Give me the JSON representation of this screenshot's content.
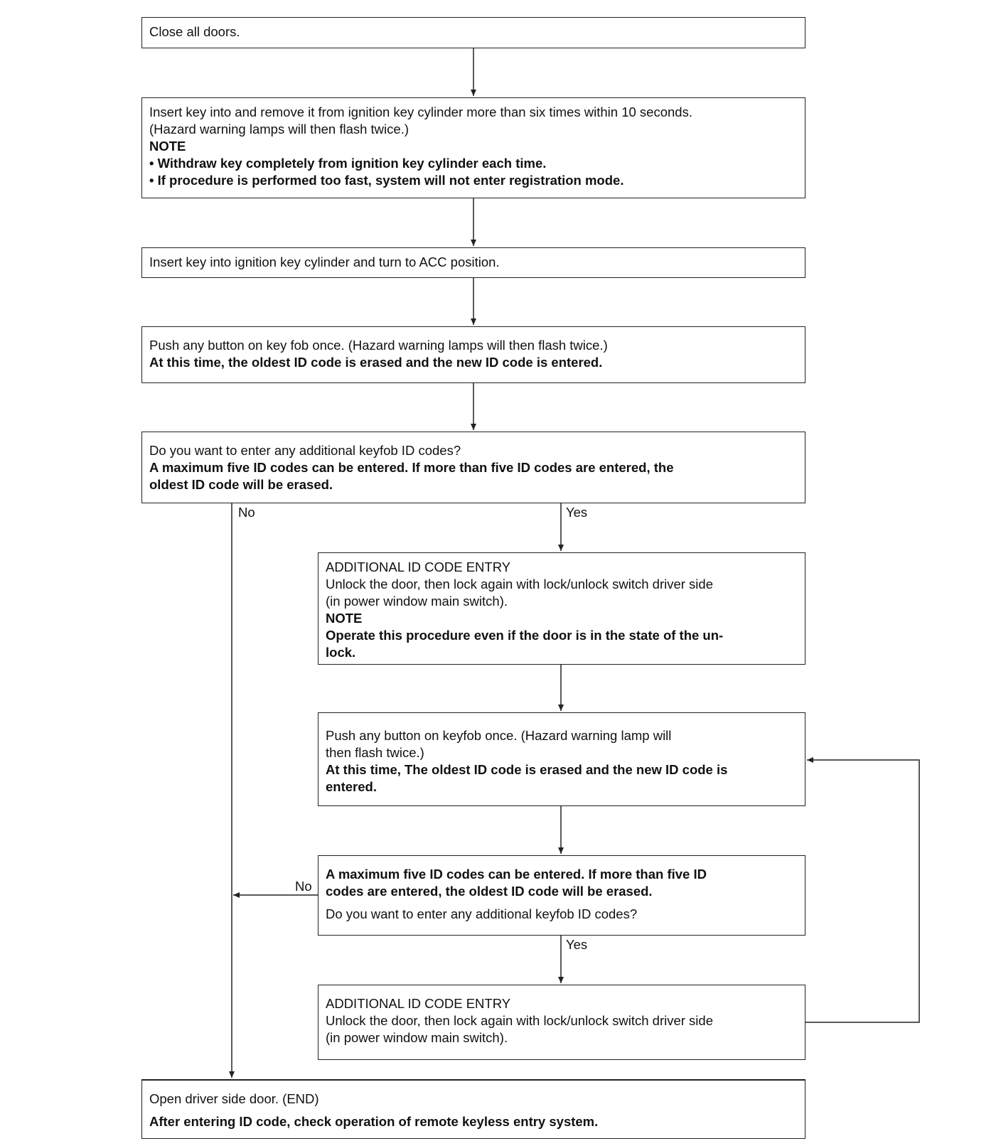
{
  "steps": {
    "s1": {
      "line1": "Close all doors."
    },
    "s2": {
      "line1": "Insert key into and remove it from ignition key cylinder more than six times within 10 seconds.",
      "line2": "(Hazard warning lamps will then flash twice.)",
      "note": "NOTE",
      "bullet1": "• Withdraw key completely from ignition key cylinder each time.",
      "bullet2": "• If procedure is performed too fast, system will not enter registration mode."
    },
    "s3": {
      "line1": "Insert key into ignition key cylinder and turn to ACC position."
    },
    "s4": {
      "line1": "Push any button on key fob once. (Hazard warning lamps will then flash twice.)",
      "bold1": "At this time, the oldest ID code is erased and the new ID code is entered."
    },
    "s5": {
      "line1": "Do you want to enter any additional keyfob ID codes?",
      "bold1": "A  maximum five ID codes can be entered. If more than five ID codes are entered, the",
      "bold2": "oldest ID code will be erased."
    },
    "s6": {
      "line1": "ADDITIONAL ID CODE ENTRY",
      "line2": "Unlock the door, then lock again with lock/unlock switch driver side",
      "line3": "(in power window main switch).",
      "note": "NOTE",
      "bold1": "Operate this procedure even if the door is in the state of the un-",
      "bold2": "lock."
    },
    "s7": {
      "line1": "Push any button on keyfob once. (Hazard warning lamp will",
      "line2": "then flash twice.)",
      "bold1": "At this time, The oldest ID code is erased and the new ID code is",
      "bold2": "entered."
    },
    "s8": {
      "bold1": "A  maximum five ID codes can be entered. If more than five ID",
      "bold2": "codes are entered, the oldest ID code will be erased.",
      "line1": "Do you want to enter any additional keyfob ID codes?"
    },
    "s9": {
      "line1": "ADDITIONAL ID CODE ENTRY",
      "line2": "Unlock the door, then lock again with lock/unlock switch driver side",
      "line3": "(in power window main switch)."
    },
    "s10": {
      "line1": "Open driver side door. (END)",
      "bold1": "After entering ID code, check operation of remote keyless entry system."
    }
  },
  "labels": {
    "no1": "No",
    "yes1": "Yes",
    "no2": "No",
    "yes2": "Yes"
  }
}
